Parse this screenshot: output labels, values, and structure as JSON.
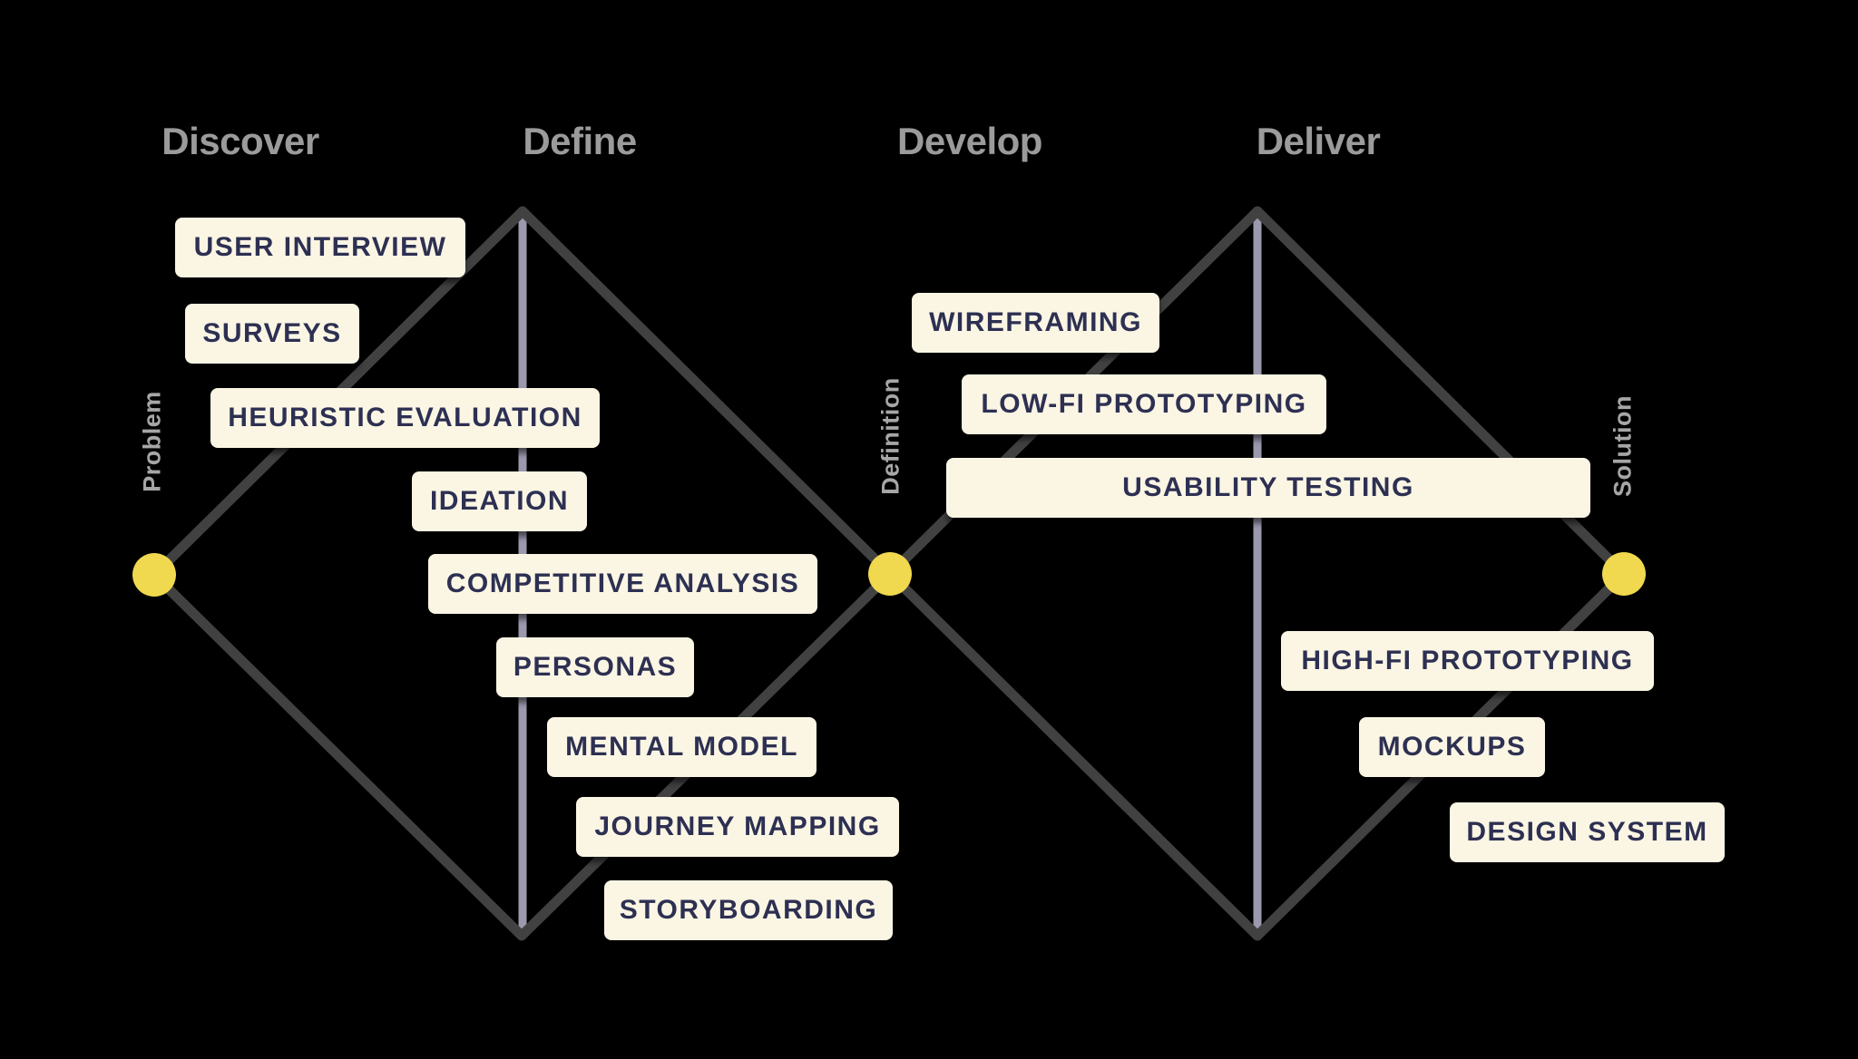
{
  "phases": [
    "Discover",
    "Define",
    "Develop",
    "Deliver"
  ],
  "milestones": [
    "Problem",
    "Definition",
    "Solution"
  ],
  "activities": {
    "discover_define": [
      "USER INTERVIEW",
      "SURVEYS",
      "HEURISTIC EVALUATION",
      "IDEATION",
      "COMPETITIVE ANALYSIS",
      "PERSONAS",
      "MENTAL MODEL",
      "JOURNEY MAPPING",
      "STORYBOARDING"
    ],
    "develop_deliver": [
      "WIREFRAMING",
      "LOW-FI PROTOTYPING",
      "USABILITY TESTING",
      "HIGH-FI PROTOTYPING",
      "MOCKUPS",
      "DESIGN SYSTEM"
    ]
  },
  "colors": {
    "background": "#000000",
    "phase_header": "#9B9B9B",
    "milestone_label": "#A6A6A6",
    "diamond_line": "#414141",
    "spine_line": "#9B99AE",
    "activity_bg": "#FBF6E4",
    "activity_text": "#2D3052",
    "dot": "#F0D84F"
  }
}
